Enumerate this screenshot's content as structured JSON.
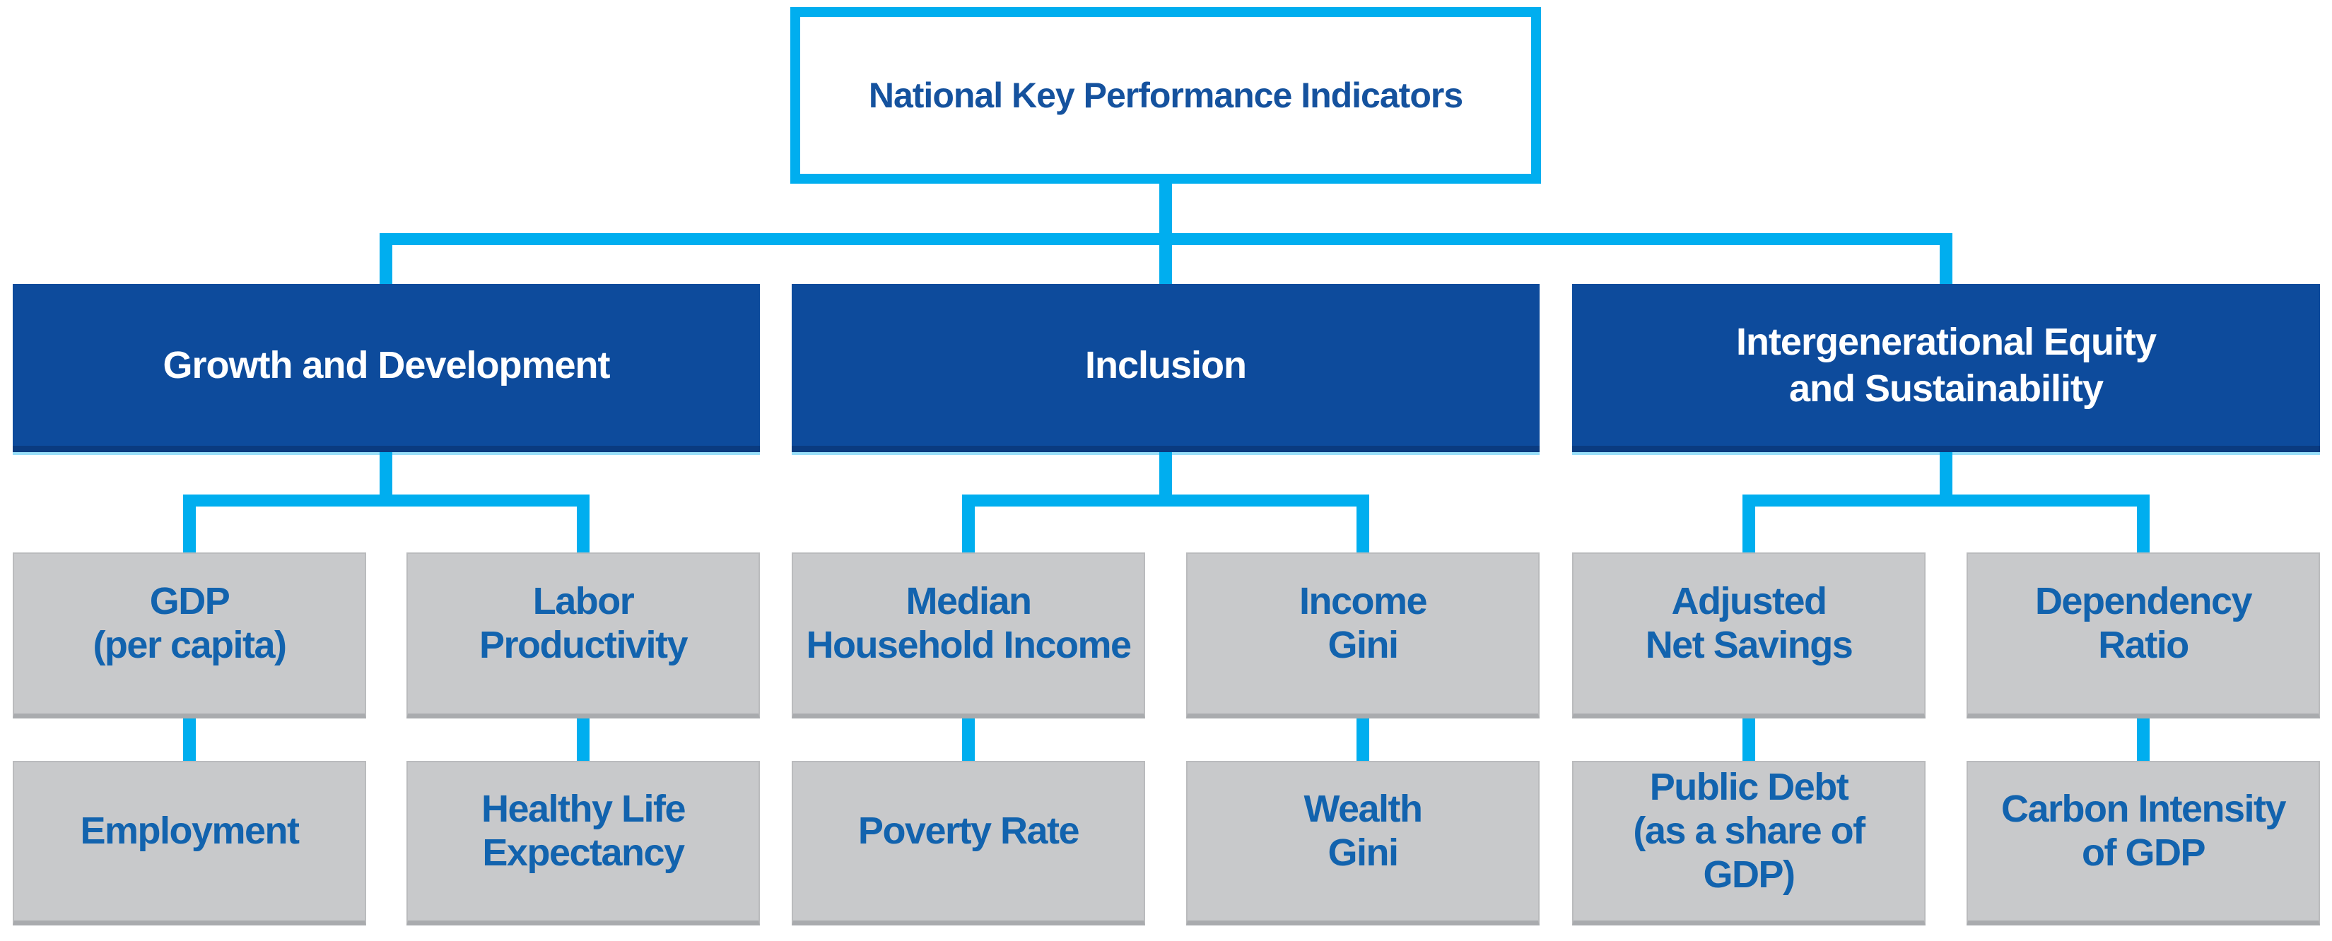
{
  "colors": {
    "accent-cyan": "#00aeef",
    "branch-blue": "#0d4b9c",
    "branch-blue-dark": "#0a3b80",
    "branch-text": "#ffffff",
    "node-gray": "#c8c9cb",
    "child-text": "#1263ae",
    "title-text": "#15529e",
    "background": "#ffffff"
  },
  "tree": {
    "root": {
      "label": "National Key Performance Indicators"
    },
    "branches": [
      {
        "label": "Growth and Development",
        "columns": [
          {
            "top": "GDP\n(per capita)",
            "bottom": "Employment"
          },
          {
            "top": "Labor\nProductivity",
            "bottom": "Healthy Life\nExpectancy"
          }
        ]
      },
      {
        "label": "Inclusion",
        "columns": [
          {
            "top": "Median\nHousehold Income",
            "bottom": "Poverty Rate"
          },
          {
            "top": "Income\nGini",
            "bottom": "Wealth\nGini"
          }
        ]
      },
      {
        "label": "Intergenerational Equity\nand Sustainability",
        "columns": [
          {
            "top": "Adjusted\nNet Savings",
            "bottom": "Public Debt\n(as a share of GDP)"
          },
          {
            "top": "Dependency\nRatio",
            "bottom": "Carbon Intensity\nof GDP"
          }
        ]
      }
    ]
  }
}
